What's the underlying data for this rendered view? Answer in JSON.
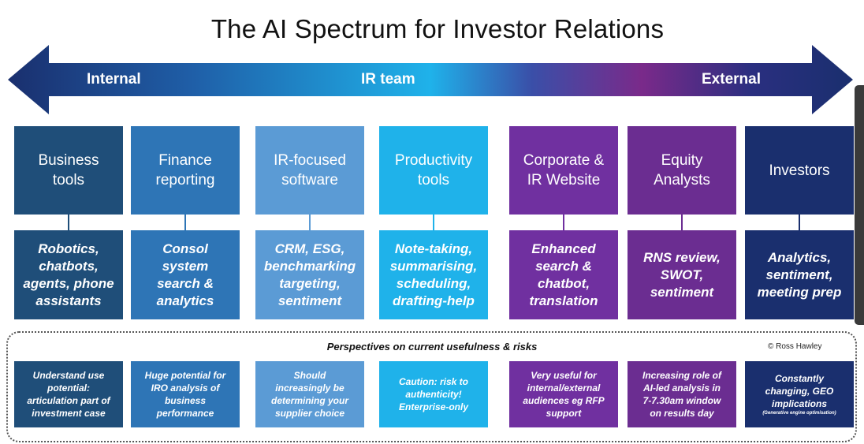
{
  "title": "The AI Spectrum for Investor Relations",
  "arrow": {
    "left_label": "Internal",
    "center_label": "IR team",
    "right_label": "External"
  },
  "columns": [
    {
      "top": "Business\ntools",
      "middle": "Robotics,\nchatbots,\nagents, phone\nassistants",
      "bottom": "Understand use\npotential:\narticulation part of\ninvestment case",
      "color": "#1f4e79"
    },
    {
      "top": "Finance\nreporting",
      "middle": "Consol\nsystem\nsearch &\nanalytics",
      "bottom": "Huge potential for\nIRO analysis of\nbusiness\nperformance",
      "color": "#2e75b6"
    },
    {
      "top": "IR-focused\nsoftware",
      "middle": "CRM, ESG,\nbenchmarking\ntargeting,\nsentiment",
      "bottom": "Should\nincreasingly be\ndetermining your\nsupplier choice",
      "color": "#5b9bd5"
    },
    {
      "top": "Productivity\ntools",
      "middle": "Note-taking,\nsummarising,\nscheduling,\ndrafting-help",
      "bottom": "Caution: risk to\nauthenticity!\nEnterprise-only",
      "color": "#1fb2ea"
    },
    {
      "top": "Corporate &\nIR Website",
      "middle": "Enhanced\nsearch &\nchatbot,\ntranslation",
      "bottom": "Very useful for\ninternal/external\naudiences eg RFP\nsupport",
      "color": "#7030a0"
    },
    {
      "top": "Equity\nAnalysts",
      "middle": "RNS review,\nSWOT,\nsentiment",
      "bottom": "Increasing role of\nAI-led analysis in\n7-7.30am window\non results day",
      "color": "#6b2d91"
    },
    {
      "top": "Investors",
      "middle": "Analytics,\nsentiment,\nmeeting prep",
      "bottom": "Constantly\nchanging, GEO\nimplications",
      "bottom_note": "(Generative engine optimisation)",
      "color": "#1a2f6e"
    }
  ],
  "perspectives_title": "Perspectives on current usefulness & risks",
  "copyright": "© Ross Hawley"
}
